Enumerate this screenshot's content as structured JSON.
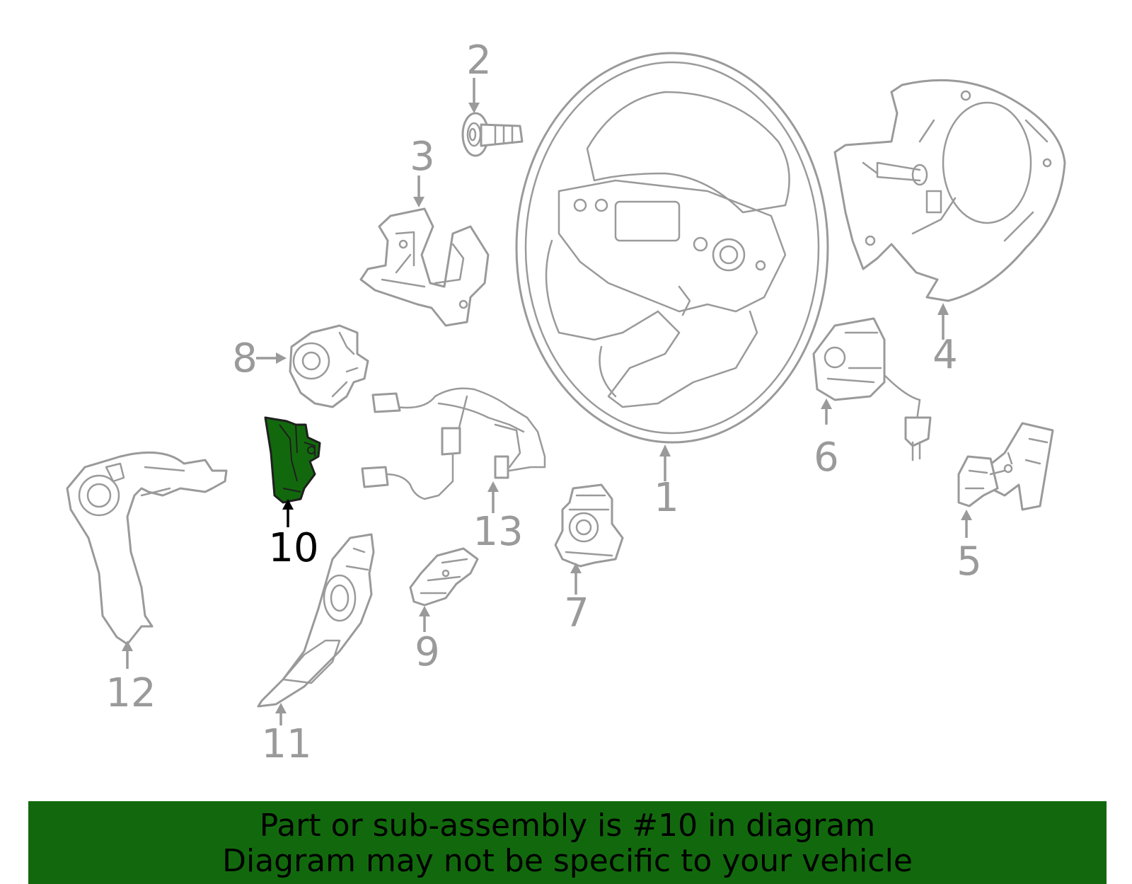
{
  "diagram": {
    "highlight_color": "#12690d",
    "outline_color": "#9a9a9a",
    "highlighted_part": "10",
    "callouts": {
      "c1": "1",
      "c2": "2",
      "c3": "3",
      "c4": "4",
      "c5": "5",
      "c6": "6",
      "c7": "7",
      "c8": "8",
      "c9": "9",
      "c10": "10",
      "c11": "11",
      "c12": "12",
      "c13": "13"
    }
  },
  "banner": {
    "background": "#12690d",
    "line1": "Part or sub-assembly is #10 in diagram",
    "line2": "Diagram may not be specific to your vehicle"
  }
}
